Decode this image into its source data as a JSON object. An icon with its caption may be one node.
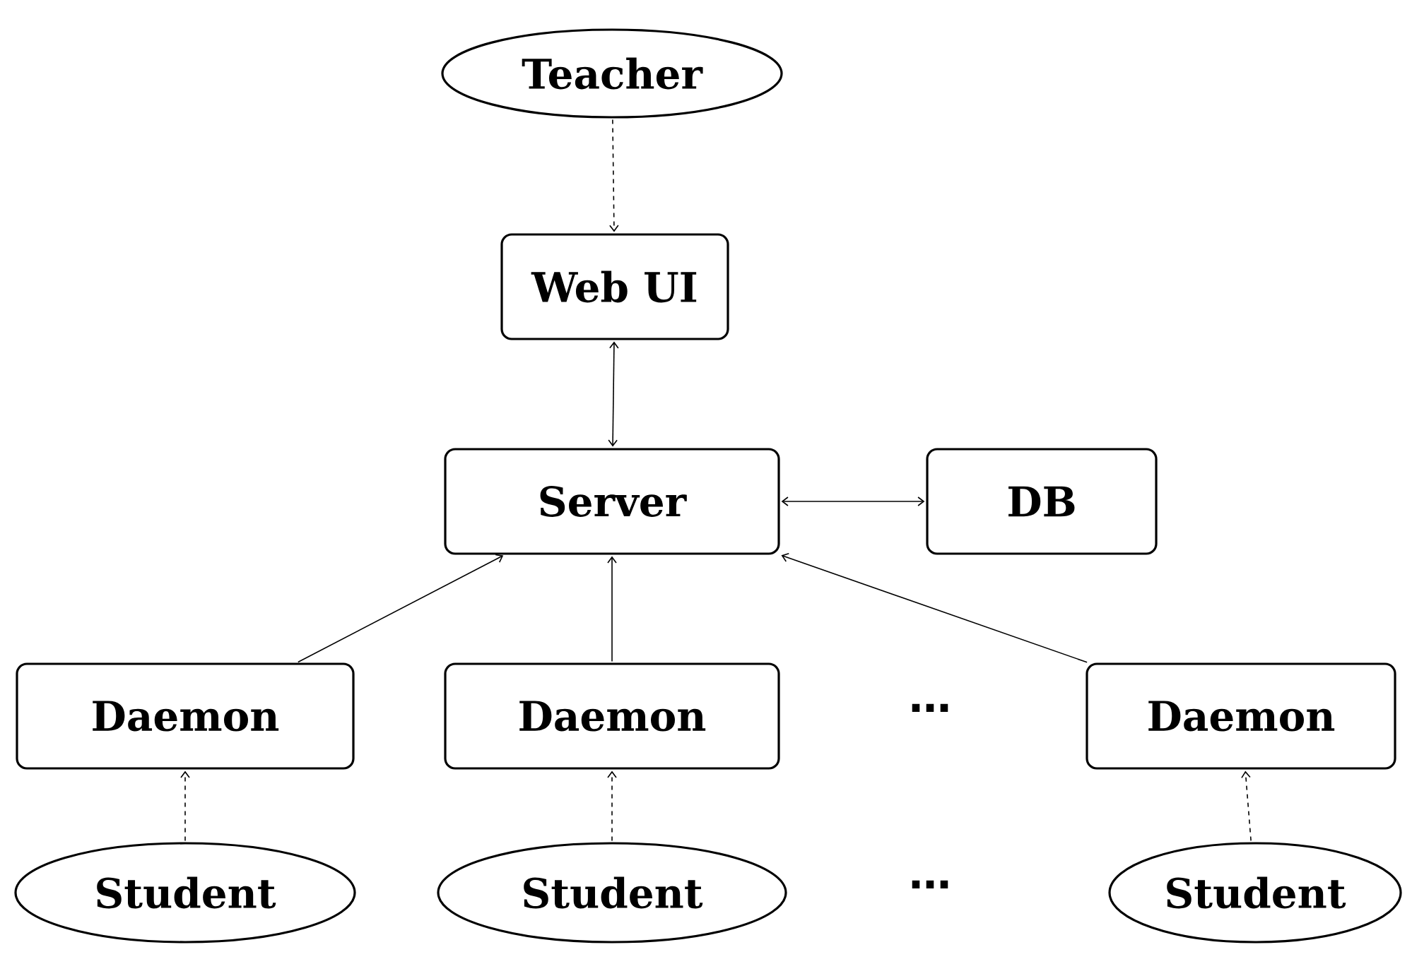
{
  "diagram": {
    "nodes": [
      {
        "text": [
          "Teacher"
        ]
      },
      {
        "text": [
          "Web UI"
        ]
      },
      {
        "text": [
          "Server"
        ]
      },
      {
        "text": [
          "DB"
        ]
      },
      {
        "text": [
          "Daemon"
        ]
      },
      {
        "text": [
          "Daemon"
        ]
      },
      {
        "text": [
          "Daemon"
        ]
      },
      {
        "text": [
          "Student"
        ]
      },
      {
        "text": [
          "Student"
        ]
      },
      {
        "text": [
          "Student"
        ]
      }
    ],
    "edges": [
      {
        "from": 0,
        "to": 1,
        "arrow": "to",
        "style": "dashed"
      },
      {
        "from": 1,
        "to": 2,
        "arrow": "both"
      },
      {
        "from": 2,
        "to": 3,
        "arrow": "both"
      },
      {
        "from": 4,
        "to": 2,
        "arrow": "to"
      },
      {
        "from": 5,
        "to": 2,
        "arrow": "to"
      },
      {
        "from": 6,
        "to": 2,
        "arrow": "to"
      },
      {
        "from": 7,
        "to": 4,
        "arrow": "to",
        "style": "dashed"
      },
      {
        "from": 8,
        "to": 5,
        "arrow": "to",
        "style": "dashed"
      },
      {
        "from": 9,
        "to": 6,
        "arrow": "to",
        "style": "dashed"
      }
    ],
    "labels": [
      "⋯",
      "⋯"
    ]
  }
}
